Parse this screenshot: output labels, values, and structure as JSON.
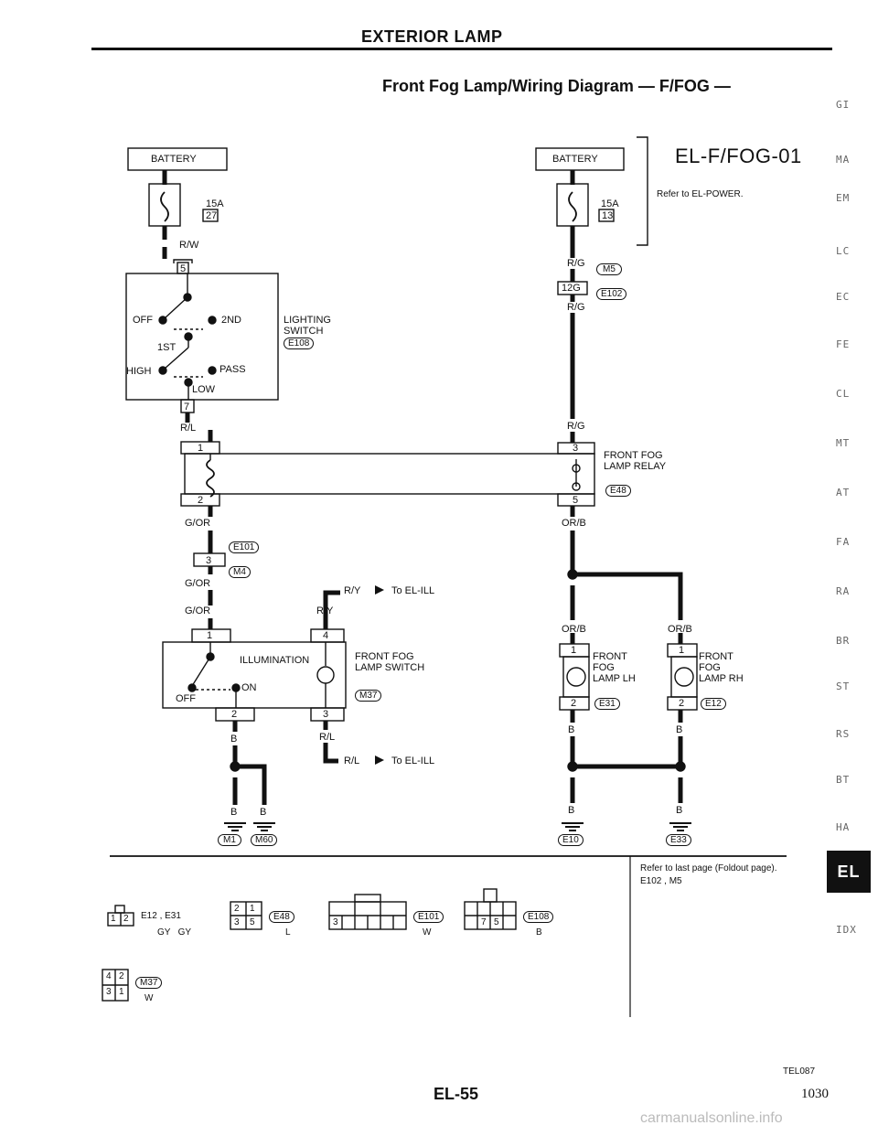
{
  "header": {
    "section_title": "EXTERIOR LAMP",
    "subtitle": "Front Fog Lamp/Wiring Diagram — F/FOG —",
    "diagram_code": "EL-F/FOG-01",
    "refer_power": "Refer to EL-POWER.",
    "refer_foldout": "Refer to last page (Foldout page).",
    "refer_foldout_connectors": "E102 , M5",
    "page_number": "EL-55",
    "page_index": "1030",
    "figure_id": "TEL087",
    "watermark": "carmanualsonline.info"
  },
  "side_tabs": [
    "GI",
    "MA",
    "EM",
    "LC",
    "EC",
    "FE",
    "CL",
    "MT",
    "AT",
    "FA",
    "RA",
    "BR",
    "ST",
    "RS",
    "BT",
    "HA",
    "EL",
    "IDX"
  ],
  "side_active": "EL",
  "left": {
    "battery": "BATTERY",
    "fuse_amp": "15A",
    "fuse_no": "27",
    "wire_rw": "R/W",
    "term5": "5",
    "off": "OFF",
    "second": "2ND",
    "first": "1ST",
    "high": "HIGH",
    "pass": "PASS",
    "low": "LOW",
    "lighting_switch": "LIGHTING SWITCH",
    "lighting_conn": "E108",
    "term7": "7",
    "wire_rl": "R/L",
    "relay_t1": "1",
    "relay_t2": "2",
    "wire_gor_1": "G/OR",
    "conn_e101": "E101",
    "term3": "3",
    "conn_m4": "M4",
    "wire_gor_2": "G/OR",
    "wire_gor_3": "G/OR",
    "wire_ry_top": "R/Y",
    "to_ell_1": "To EL-ILL",
    "wire_ry": "R/Y",
    "sw_t1": "1",
    "sw_t4": "4",
    "illumination": "ILLUMINATION",
    "sw_on": "ON",
    "sw_off": "OFF",
    "fog_switch": "FRONT FOG LAMP SWITCH",
    "fog_switch_conn": "M37",
    "sw_t2": "2",
    "sw_t3": "3",
    "wire_b": "B",
    "wire_rl2": "R/L",
    "to_ell_2": "To EL-ILL",
    "gnd_b1": "B",
    "gnd_b2": "B",
    "gnd_m1": "M1",
    "gnd_m60": "M60"
  },
  "right": {
    "battery": "BATTERY",
    "fuse_amp": "15A",
    "fuse_no": "13",
    "wire_rg_1": "R/G",
    "conn_m5": "M5",
    "term12g": "12G",
    "conn_e102": "E102",
    "wire_rg_2": "R/G",
    "wire_rg_3": "R/G",
    "relay_t3": "3",
    "relay": "FRONT FOG LAMP RELAY",
    "relay_conn": "E48",
    "relay_t5": "5",
    "wire_orb": "OR/B",
    "wire_orb_l": "OR/B",
    "wire_orb_r": "OR/B",
    "lamp_lh": "FRONT FOG LAMP LH",
    "lamp_rh": "FRONT FOG LAMP RH",
    "lamp_t1": "1",
    "lamp_t2": "2",
    "lamp_lh_conn": "E31",
    "lamp_rh_conn": "E12",
    "wire_b_l": "B",
    "wire_b_r": "B",
    "gnd_b_l": "B",
    "gnd_b_r": "B",
    "gnd_e10": "E10",
    "gnd_e33": "E33"
  },
  "connectors": {
    "c1_pins": [
      "1",
      "2"
    ],
    "c1_ids": "E12 , E31",
    "c1_colors": "GY   GY",
    "c2_pins": [
      "2",
      "1",
      "3",
      "5"
    ],
    "c2_id": "E48",
    "c2_color": "L",
    "c3_pin": "3",
    "c3_id": "E101",
    "c3_color": "W",
    "c4_pins": [
      "7",
      "5"
    ],
    "c4_id": "E108",
    "c4_color": "B",
    "c5_pins": [
      "4",
      "2",
      "3",
      "1"
    ],
    "c5_id": "M37",
    "c5_color": "W"
  }
}
